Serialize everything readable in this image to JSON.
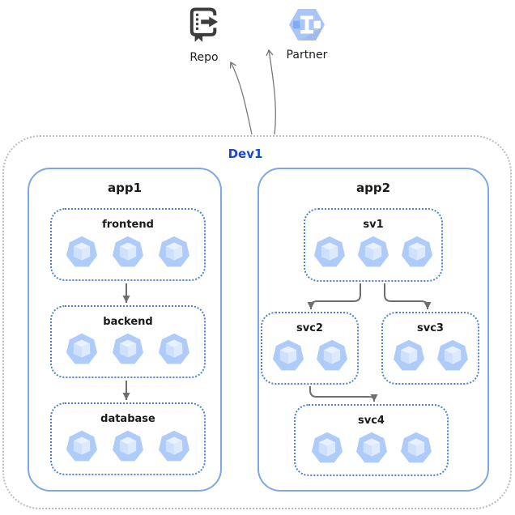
{
  "diagram": {
    "title": "",
    "external": [
      {
        "id": "repo",
        "label": "Repo",
        "icon": "source-repository-icon"
      },
      {
        "id": "partner",
        "label": "Partner",
        "icon": "partner-interconnect-icon"
      }
    ],
    "boundary": {
      "label": "Dev1"
    },
    "apps": [
      {
        "label": "app1",
        "services": [
          {
            "label": "frontend",
            "pods": 3
          },
          {
            "label": "backend",
            "pods": 3
          },
          {
            "label": "database",
            "pods": 3
          }
        ]
      },
      {
        "label": "app2",
        "services": [
          {
            "label": "sv1",
            "pods": 3
          },
          {
            "label": "svc2",
            "pods": 2
          },
          {
            "label": "svc3",
            "pods": 2
          },
          {
            "label": "svc4",
            "pods": 3
          }
        ]
      }
    ],
    "edges": [
      {
        "from": "frontend",
        "to": "backend"
      },
      {
        "from": "backend",
        "to": "database"
      },
      {
        "from": "sv1",
        "to": "svc2"
      },
      {
        "from": "sv1",
        "to": "svc3"
      },
      {
        "from": "svc2",
        "to": "svc4"
      },
      {
        "from": "Dev1",
        "to": "Repo"
      },
      {
        "from": "Dev1",
        "to": "Partner"
      }
    ]
  },
  "colors": {
    "boundary_border": "#bbbbbb",
    "app_border": "#7da7e8",
    "service_border": "#4a80d9",
    "dev_label": "#1948cf",
    "arrow": "#6e6e6e",
    "thin_arrow": "#707070",
    "pod_heptagon": "#aecbfa",
    "pod_cube_top": "#e9f1fe",
    "pod_cube_left": "#cfe0fc",
    "pod_cube_right": "#dde9fd",
    "partner_hexagon": "#a9c6f8",
    "repo_icon": "#3c3c3c"
  }
}
